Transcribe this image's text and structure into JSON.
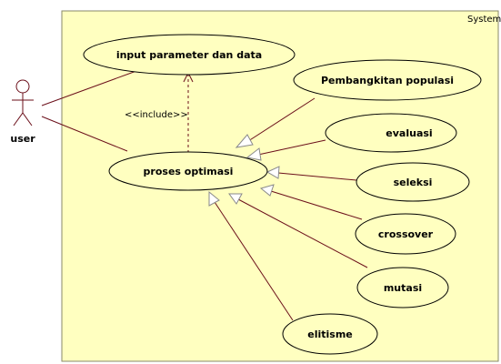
{
  "system_boundary": {
    "label": "System",
    "fill": "#ffffc0",
    "stroke": "#8a8a6a"
  },
  "actor": {
    "name": "user"
  },
  "use_cases": {
    "input": "input parameter dan data",
    "proses": "proses optimasi",
    "pembangkitan": "Pembangkitan populasi",
    "evaluasi": "evaluasi",
    "seleksi": "seleksi",
    "crossover": "crossover",
    "mutasi": "mutasi",
    "elitisme": "elitisme"
  },
  "relationship_label": "<<include>>",
  "colors": {
    "usecase_fill": "#ffffc0",
    "line": "#6b0f1a",
    "arrow_fill": "#ffffff",
    "arrow_stroke": "#8a8a8a"
  }
}
